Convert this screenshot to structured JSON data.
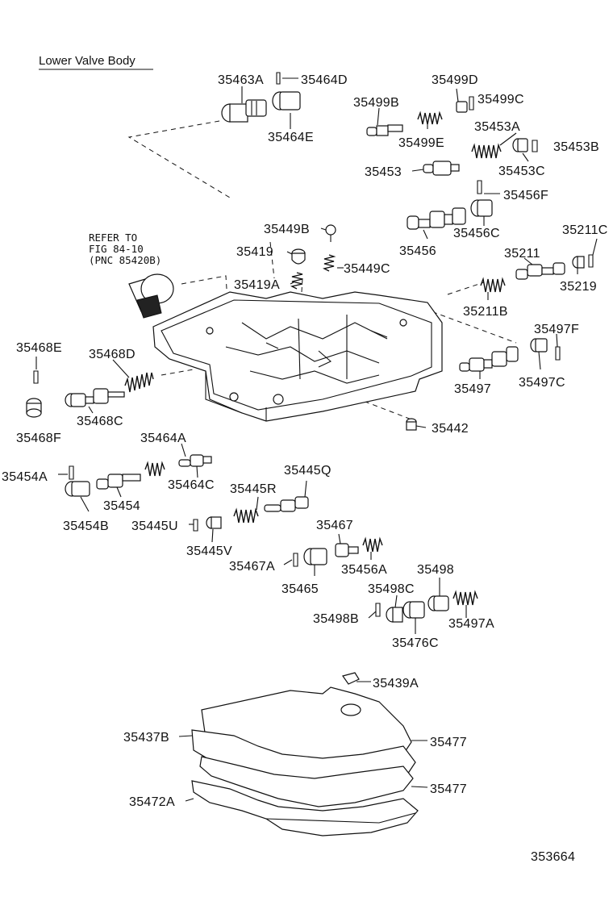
{
  "title": "Lower Valve Body",
  "reference_note": {
    "line1": "REFER TO",
    "line2": "FIG 84-10",
    "line3": "(PNC 85420B)"
  },
  "figure_number": "353664",
  "part_labels": {
    "p35463A": "35463A",
    "p35464D": "35464D",
    "p35464E": "35464E",
    "p35499D": "35499D",
    "p35499B": "35499B",
    "p35499C": "35499C",
    "p35499E": "35499E",
    "p35453A": "35453A",
    "p35453B": "35453B",
    "p35453": "35453",
    "p35453C": "35453C",
    "p35456F": "35456F",
    "p35449B": "35449B",
    "p35456": "35456",
    "p35456C": "35456C",
    "p35211C": "35211C",
    "p35419": "35419",
    "p35449C": "35449C",
    "p35211": "35211",
    "p35419A": "35419A",
    "p35219": "35219",
    "p35211B": "35211B",
    "p35497F": "35497F",
    "p35468E": "35468E",
    "p35468D": "35468D",
    "p35497": "35497",
    "p35497C": "35497C",
    "p35468C": "35468C",
    "p35442": "35442",
    "p35468F": "35468F",
    "p35464A": "35464A",
    "p35454A": "35454A",
    "p35464C": "35464C",
    "p35445Q": "35445Q",
    "p35445R": "35445R",
    "p35454": "35454",
    "p35454B": "35454B",
    "p35445U": "35445U",
    "p35467": "35467",
    "p35445V": "35445V",
    "p35467A": "35467A",
    "p35456A": "35456A",
    "p35498": "35498",
    "p35465": "35465",
    "p35498C": "35498C",
    "p35498B": "35498B",
    "p35497A": "35497A",
    "p35476C": "35476C",
    "p35439A": "35439A",
    "p35437B": "35437B",
    "p35477a": "35477",
    "p35477b": "35477",
    "p35472A": "35472A"
  }
}
